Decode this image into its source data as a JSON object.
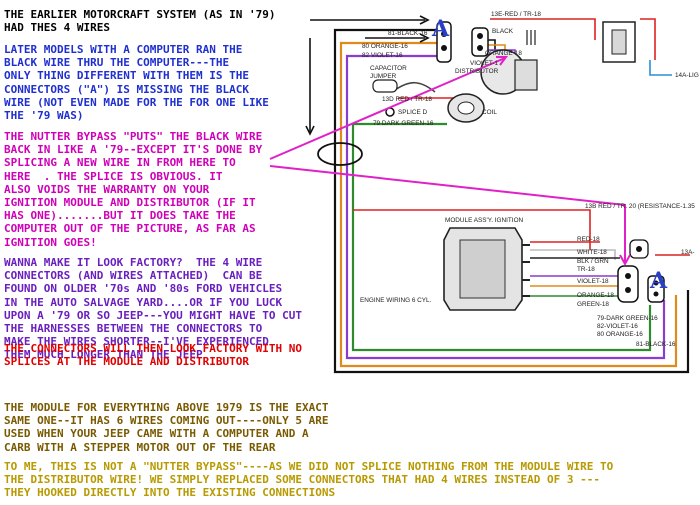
{
  "notes": [
    {
      "id": "earlier",
      "color": "#000000",
      "text": "THE EARLIER MOTORCRAFT SYSTEM (AS IN '79)\nHAD THES 4 WIRES"
    },
    {
      "id": "later",
      "color": "#1f2fd0",
      "text": "LATER MODELS WITH A COMPUTER RAN THE\nBLACK WIRE THRU THE COMPUTER---THE\nONLY THING DIFFERENT WITH THEM IS THE\nCONNECTORS (\"A\") IS MISSING THE BLACK\nWIRE (NOT EVEN MADE FOR THE FOR ONE LIKE\nTHE '79 WAS)"
    },
    {
      "id": "nutter",
      "color": "#d000b8",
      "text": "THE NUTTER BYPASS \"PUTS\" THE BLACK WIRE\nBACK IN LIKE A '79--EXCEPT IT'S DONE BY\nSPLICING A NEW WIRE IN FROM HERE TO\nHERE  . THE SPLICE IS OBVIOUS. IT\nALSO VOIDS THE WARRANTY ON YOUR\nIGNITION MODULE AND DISTRIBUTOR (IF IT\nHAS ONE).......BUT IT DOES TAKE THE\nCOMPUTER OUT OF THE PICTURE, AS FAR AS\nIGNITION GOES!"
    },
    {
      "id": "factory",
      "color": "#6a1fbf",
      "text": "WANNA MAKE IT LOOK FACTORY?  THE 4 WIRE\nCONNECTORS (AND WIRES ATTACHED)  CAN BE\nFOUND ON OLDER '70s AND '80s FORD VEHICLES\nIN THE AUTO SALVAGE YARD....OR IF YOU LUCK\nUPON A '79 OR SO JEEP---YOU MIGHT HAVE TO CUT\nTHE HARNESSES BETWEEN THE CONNECTORS TO\nMAKE THE WIRES SHORTER--I'VE EXPERIENCED\nTHEM MUCH LONGER THAN THE JEEP"
    },
    {
      "id": "splices",
      "color": "#e00000",
      "text": "THE CONNECTORS WILL THEN LOOK FACTORY WITH NO\nSPLICES AT THE MODULE AND DISTRIBUTOR"
    },
    {
      "id": "module",
      "color": "#7a5a00",
      "text": "THE MODULE FOR EVERYTHING ABOVE 1979 IS THE EXACT\nSAME ONE--IT HAS 6 WIRES COMING OUT----ONLY 5 ARE\nUSED WHEN YOUR JEEP CAME WITH A COMPUTER AND A\nCARB WITH A STEPPER MOTOR OUT OF THE REAR"
    },
    {
      "id": "tome",
      "color": "#b89a00",
      "text": "TO ME, THIS IS NOT A \"NUTTER BYPASS\"----AS WE DID NOT SPLICE NOTHING FROM THE MODULE WIRE TO\nTHE DISTRIBUTOR WIRE! WE SIMPLY REPLACED SOME CONNECTORS THAT HAD 4 WIRES INSTEAD OF 3 ---\nTHEY HOOKED DIRECTLY INTO THE EXISTING CONNECTIONS"
    }
  ],
  "diagram": {
    "connector_marker_top": "A",
    "connector_marker_bottom": "A",
    "labels": {
      "black_81_top": "81-BLACK-16",
      "orange_80_top": "80 ORANGE-16",
      "violet_82_top": "82 VIOLET-16",
      "red_13e": "13E-RED / TR-18",
      "black": "BLACK",
      "orange_yel": "ORANGE-18",
      "violet_dist": "VIOLET-1",
      "distributor": "DISTRIBUTOR",
      "capacitor": "CAPACITOR",
      "jumper": "JUMPER",
      "red_13d": "13D RED / TR-18",
      "splice_d": "SPLICE D",
      "dark_green_79": "79 DARK GREEN-16",
      "coil": "COIL",
      "lt_blue": "14A-LIG",
      "module_title": "MODULE ASS'Y. IGNITION",
      "red_13b": "13B RED / TR. 20 (RESISTANCE-1.35",
      "red18": "RED-18",
      "white18": "WHITE-18",
      "blk_grn": "BLK / GRN",
      "tr18": "TR-18",
      "violet18": "VIOLET-18",
      "orange18": "ORANGE-18",
      "green18": "GREEN-18",
      "red_13a": "13A-",
      "engine_wiring": "ENGINE WIRING 6 CYL.",
      "dark_green_79b": "79-DARK GREEN-16",
      "violet_82b": "82-VIOLET-16",
      "orange_80b": "80 ORANGE-16",
      "black_81b": "81-BLACK-16"
    }
  }
}
